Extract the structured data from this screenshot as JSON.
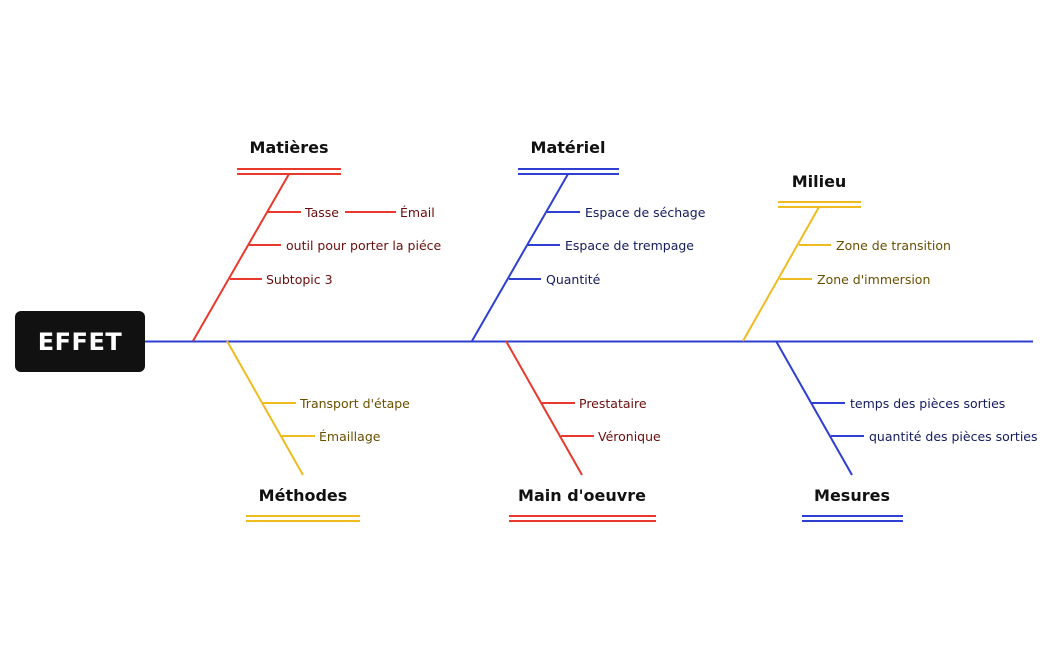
{
  "head": {
    "label": "EFFET"
  },
  "colors": {
    "red": "#e8392c",
    "blue": "#2f3fd1",
    "yellow": "#efbb1e",
    "red_text": "#6b0d0d",
    "blue_text": "#141b5e",
    "yellow_text": "#6a4f00"
  },
  "categories": [
    {
      "id": "matieres",
      "label": "Matières",
      "color": "red",
      "items": [
        {
          "label": "Tasse",
          "sub": "Émail"
        },
        {
          "label": "outil pour porter la piéce"
        },
        {
          "label": "Subtopic 3"
        }
      ]
    },
    {
      "id": "materiel",
      "label": "Matériel",
      "color": "blue",
      "items": [
        {
          "label": "Espace de séchage"
        },
        {
          "label": "Espace de trempage"
        },
        {
          "label": "Quantité"
        }
      ]
    },
    {
      "id": "milieu",
      "label": "Milieu",
      "color": "yellow",
      "items": [
        {
          "label": "Zone de transition"
        },
        {
          "label": "Zone d'immersion"
        }
      ]
    },
    {
      "id": "methodes",
      "label": "Méthodes",
      "color": "yellow",
      "items": [
        {
          "label": "Transport d'étape"
        },
        {
          "label": "Émaillage"
        }
      ]
    },
    {
      "id": "main-doeuvre",
      "label": "Main d'oeuvre",
      "color": "red",
      "items": [
        {
          "label": "Prestataire"
        },
        {
          "label": "Véronique"
        }
      ]
    },
    {
      "id": "mesures",
      "label": "Mesures",
      "color": "blue",
      "items": [
        {
          "label": "temps des pièces sorties"
        },
        {
          "label": "quantité des pièces sorties"
        }
      ]
    }
  ]
}
